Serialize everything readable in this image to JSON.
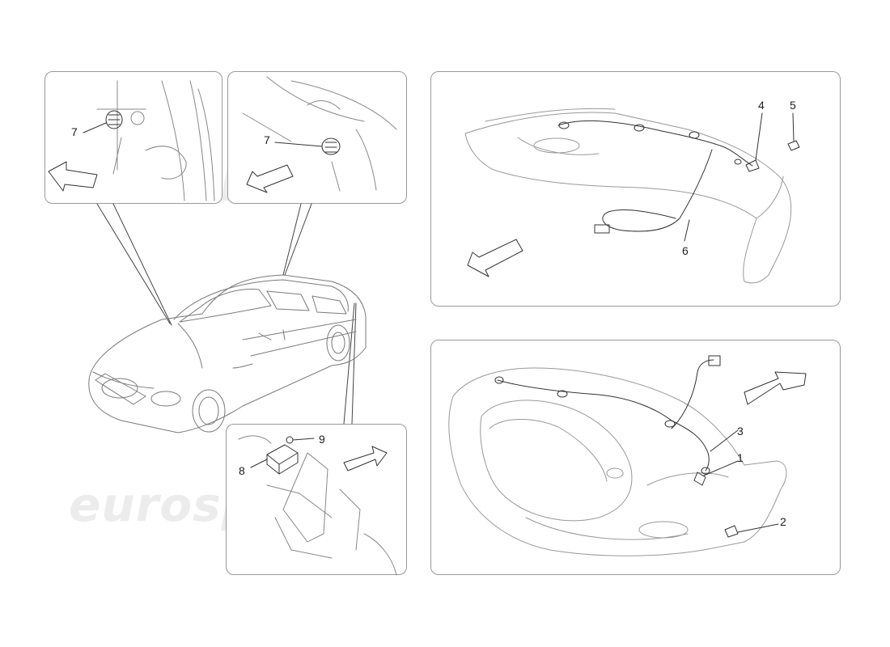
{
  "watermark": "eurospares",
  "callouts": {
    "c1": "1",
    "c2": "2",
    "c3": "3",
    "c4": "4",
    "c5": "5",
    "c6": "6",
    "c7a": "7",
    "c7b": "7",
    "c8": "8",
    "c9": "9"
  }
}
